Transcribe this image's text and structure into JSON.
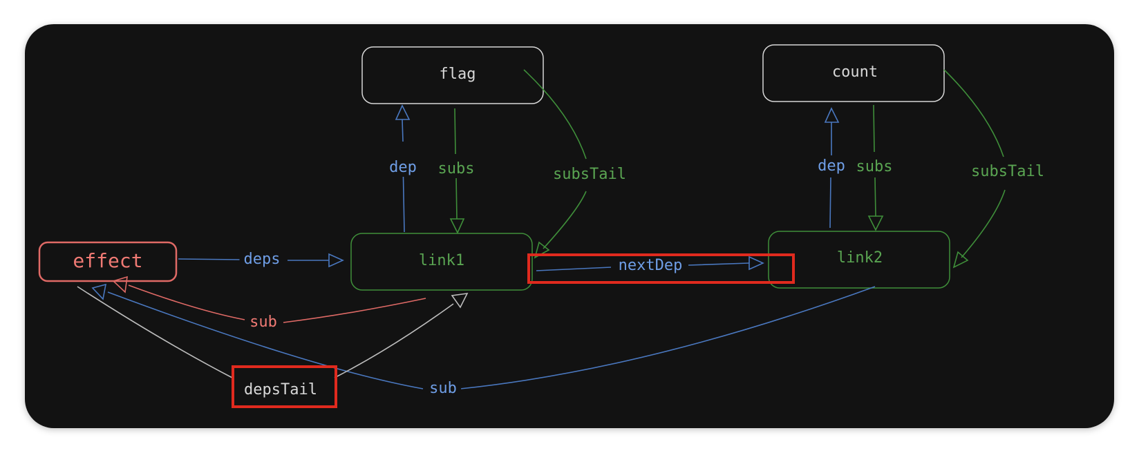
{
  "colors": {
    "background": "#121212",
    "white": "#d8d8d8",
    "green": "#3f8f3a",
    "green_text": "#5aa552",
    "blue": "#4a78c0",
    "blue_text": "#6f9ee6",
    "red": "#e06a66",
    "red_text": "#f07a74",
    "highlight": "#e02a1e"
  },
  "nodes": {
    "flag": "flag",
    "count": "count",
    "effect": "effect",
    "link1": "link1",
    "link2": "link2"
  },
  "edges": {
    "flag_dep": "dep",
    "flag_subs": "subs",
    "flag_subsTail": "subsTail",
    "count_dep": "dep",
    "count_subs": "subs",
    "count_subsTail": "subsTail",
    "deps": "deps",
    "nextDep": "nextDep",
    "link1_sub": "sub",
    "link2_sub": "sub",
    "depsTail": "depsTail"
  }
}
